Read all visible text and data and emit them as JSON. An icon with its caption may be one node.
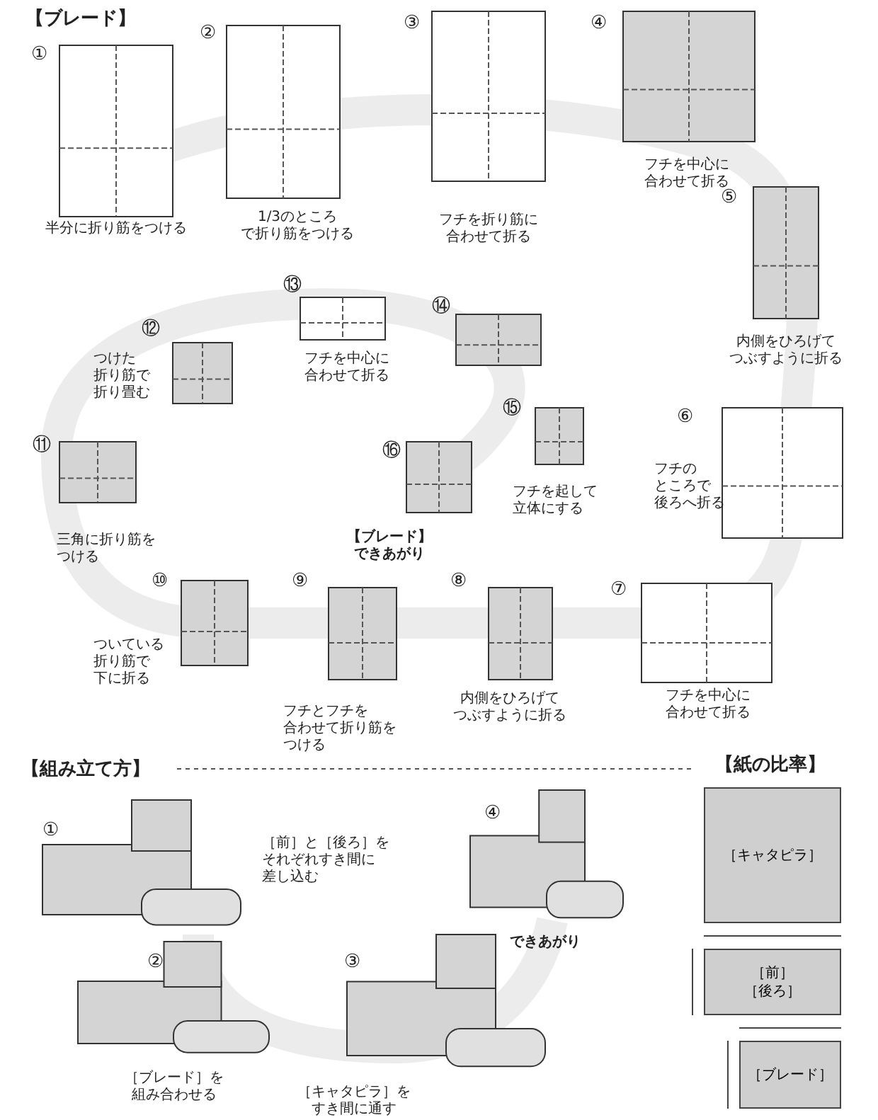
{
  "diagram": {
    "nodes": [
      {
        "text": [
          "［キャタピラ］"
        ]
      },
      {
        "text": [
          "［前］［後ろ］"
        ]
      },
      {
        "text": [
          "［ブレード］"
        ]
      }
    ],
    "labels": [
      "【ブレード】",
      "①",
      "半分に折り筋をつける",
      "②",
      "1/3のところで折り筋をつける",
      "③",
      "フチを折り筋に合わせて折る",
      "④",
      "フチを中心に合わせて折る",
      "⑤",
      "内側をひろげてつぶすように折る",
      "⑥",
      "フチのところで後ろへ折る",
      "⑦",
      "フチを中心に合わせて折る",
      "⑧",
      "内側をひろげてつぶすように折る",
      "⑨",
      "フチとフチを合わせて折り筋をつける",
      "⑩",
      "ついている折り筋で下に折る",
      "⑪",
      "三角に折り筋をつける",
      "⑫",
      "つけた折り筋で折り畳む",
      "⑬",
      "フチを中心に合わせて折る",
      "⑭",
      "⑮",
      "フチを起して立体にする",
      "⑯",
      "【ブレード】できあがり",
      "【組み立て方】",
      "①",
      "［前］と［後ろ］をそれぞれすき間に差し込む",
      "②",
      "［ブレード］を組み合わせる",
      "③",
      "［キャタピラ］をすき間に通す",
      "④",
      "できあがり",
      "【紙の比率】"
    ]
  }
}
